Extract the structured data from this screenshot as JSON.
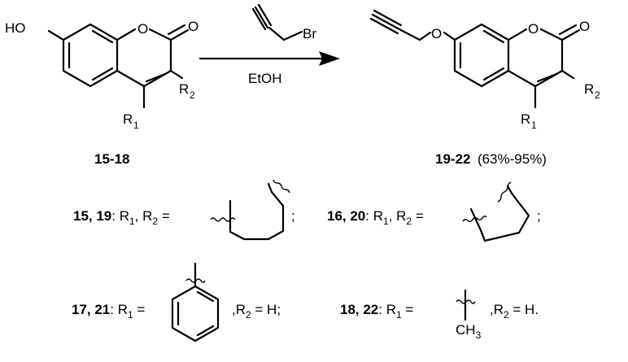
{
  "reactant": {
    "atoms": {
      "hydroxyl": "HO",
      "ring_oxygen": "O",
      "carbonyl_oxygen": "O",
      "r1": "R",
      "r1_index": "1",
      "r2": "R",
      "r2_index": "2"
    },
    "label": "15-18"
  },
  "reagent": {
    "bromine": "Br",
    "solvent": "EtOH"
  },
  "product": {
    "atoms": {
      "ether_oxygen": "O",
      "ring_oxygen": "O",
      "carbonyl_oxygen": "O",
      "r1": "R",
      "r1_index": "1",
      "r2": "R",
      "r2_index": "2"
    },
    "label": "19-22",
    "yield": "(63%-95%)"
  },
  "definitions": {
    "d1": {
      "compounds": "15, 19",
      "text": ": R",
      "sub1": "1",
      "text2": ", R",
      "sub2": "2",
      "equals": " =",
      "end": ";"
    },
    "d2": {
      "compounds": "16, 20",
      "text": ": R",
      "sub1": "1",
      "text2": ", R",
      "sub2": "2",
      "equals": " =",
      "end": ";"
    },
    "d3": {
      "compounds": "17, 21",
      "text": ": R",
      "sub1": "1",
      "equals": " =",
      "tail": ",R",
      "tail_sub": "2",
      "tail_end": " = H;"
    },
    "d4": {
      "compounds": "18, 22",
      "text": ": R",
      "sub1": "1",
      "equals": " =",
      "methyl": "CH",
      "methyl_sub": "3",
      "tail": ",R",
      "tail_sub": "2",
      "tail_end": " = H."
    }
  }
}
